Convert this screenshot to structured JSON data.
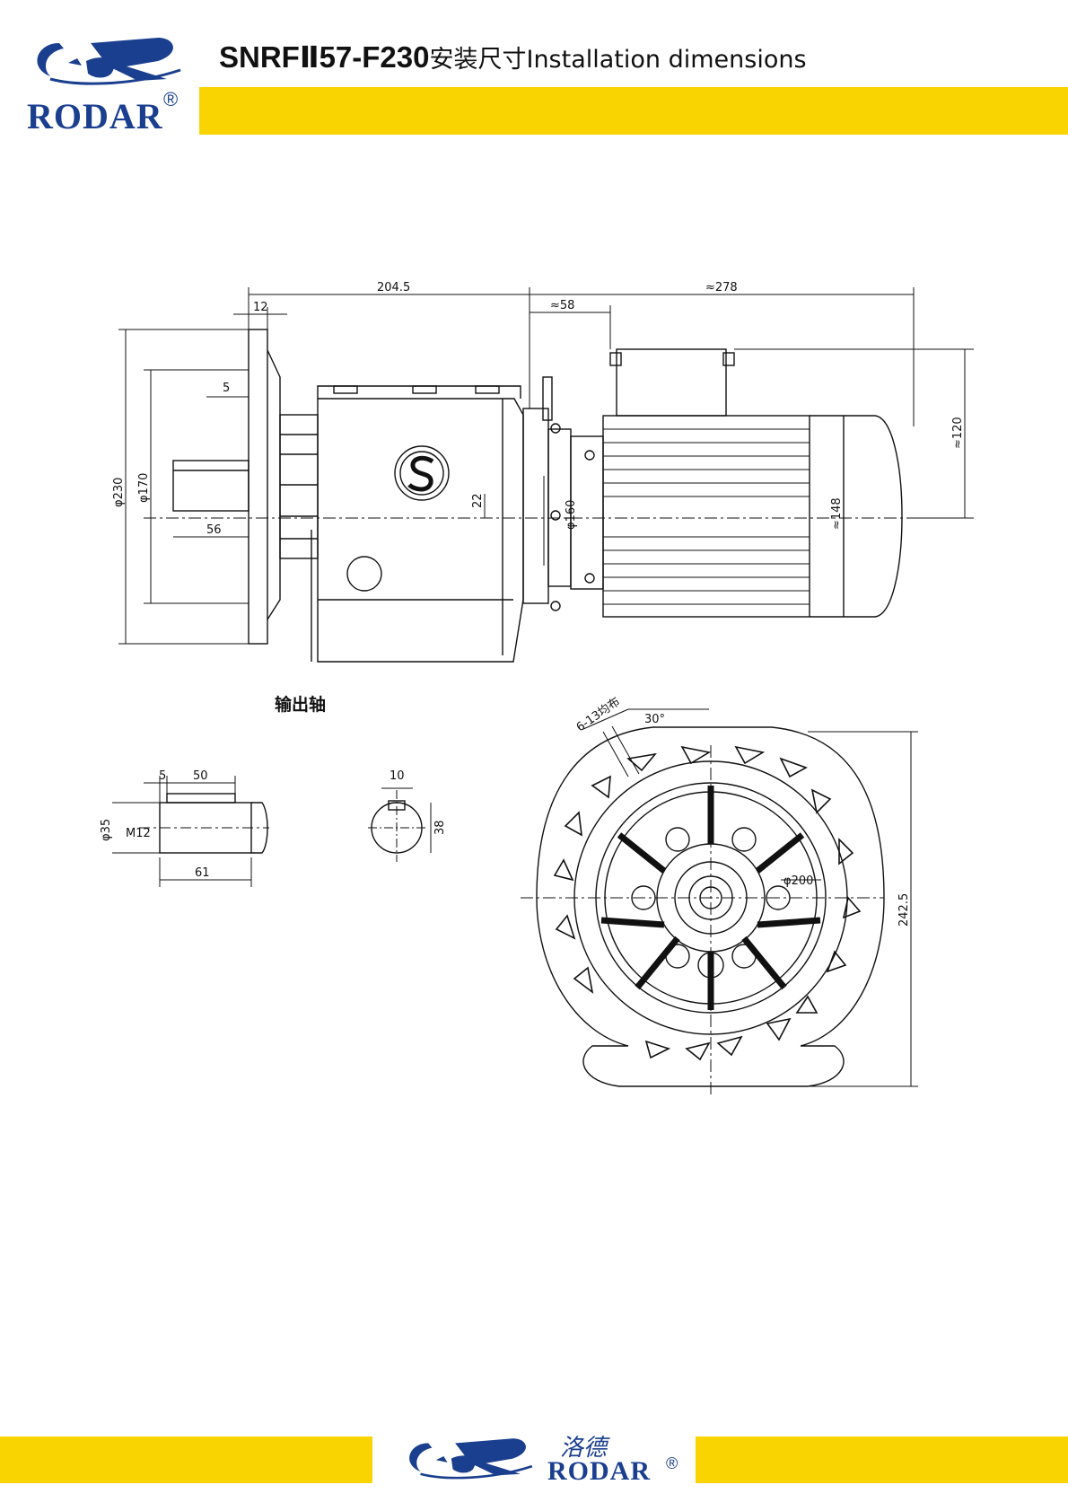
{
  "header": {
    "brand": "RODAR",
    "registered_mark": "®",
    "model": "SNRFⅡ57-F230",
    "title_cn": "安装尺寸",
    "title_en": "Installation dimensions"
  },
  "colors": {
    "accent_yellow": "#f9d400",
    "brand_blue": "#1b3f8f",
    "line": "#111111"
  },
  "drawing": {
    "side_view_dims": {
      "overall_gear": "204.5",
      "overall_motor": "≈278",
      "flange_thickness": "12",
      "motor_adapter": "≈58",
      "spigot": "5",
      "flange_od": "φ230",
      "pitch_circle": "φ170",
      "shaft_length": "56",
      "offset": "22",
      "adapter_dia": "φ160",
      "motor_dia": "≈148",
      "terminal_box": "≈120"
    },
    "output_shaft_label": "输出轴",
    "shaft_dims": {
      "key_offset": "5",
      "key_length": "50",
      "shaft_dia": "φ35",
      "thread": "M12",
      "shaft_length": "61",
      "key_width": "10",
      "key_height": "38"
    },
    "end_view_dims": {
      "holes": "6-13均布",
      "angle": "30°",
      "fan_dia": "φ200",
      "height": "242.5"
    }
  },
  "footer": {
    "brand": "RODAR",
    "brand_cn": "洛德",
    "registered_mark": "®"
  }
}
